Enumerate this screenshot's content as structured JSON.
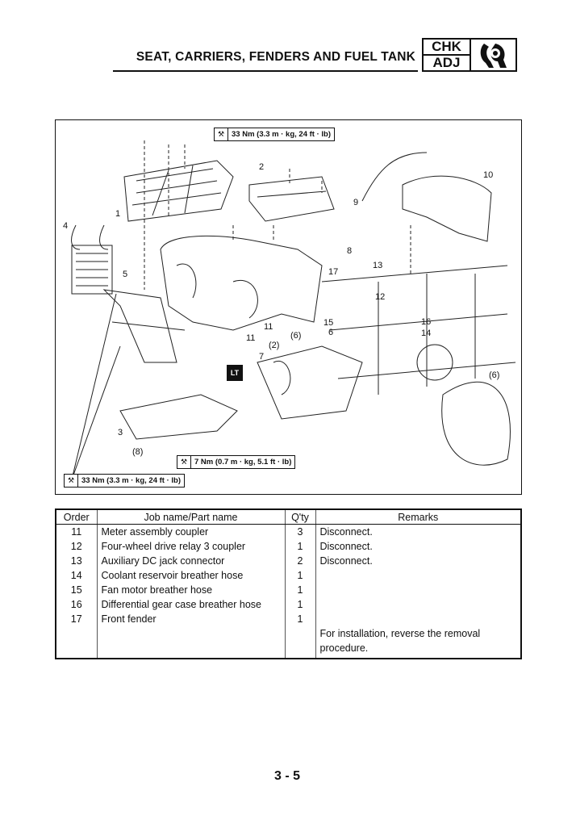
{
  "header": {
    "title": "SEAT, CARRIERS, FENDERS AND FUEL TANK",
    "badge_top": "CHK",
    "badge_bottom": "ADJ",
    "badge_icon": "wrench-nut-icon"
  },
  "diagram": {
    "torque_top": "33 Nm (3.3 m · kg, 24 ft · lb)",
    "torque_mid": "7 Nm (0.7 m · kg, 5.1 ft · lb)",
    "torque_bottom": "33 Nm (3.3 m · kg, 24 ft · lb)",
    "torque_icon": "torque-wrench-icon",
    "lt_label": "LT",
    "callouts": [
      "1",
      "2",
      "3",
      "4",
      "5",
      "6",
      "7",
      "8",
      "9",
      "10",
      "11",
      "11",
      "12",
      "13",
      "14",
      "15",
      "16",
      "17",
      "(2)",
      "(6)",
      "(6)",
      "(8)"
    ]
  },
  "table": {
    "headers": [
      "Order",
      "Job name/Part name",
      "Q'ty",
      "Remarks"
    ],
    "rows": [
      {
        "order": "11",
        "part": "Meter assembly coupler",
        "qty": "3",
        "remarks": "Disconnect."
      },
      {
        "order": "12",
        "part": "Four-wheel drive relay 3 coupler",
        "qty": "1",
        "remarks": "Disconnect."
      },
      {
        "order": "13",
        "part": "Auxiliary DC jack connector",
        "qty": "2",
        "remarks": "Disconnect."
      },
      {
        "order": "14",
        "part": "Coolant reservoir breather hose",
        "qty": "1",
        "remarks": ""
      },
      {
        "order": "15",
        "part": "Fan motor breather hose",
        "qty": "1",
        "remarks": ""
      },
      {
        "order": "16",
        "part": "Differential gear case breather hose",
        "qty": "1",
        "remarks": ""
      },
      {
        "order": "17",
        "part": "Front fender",
        "qty": "1",
        "remarks": ""
      }
    ],
    "footer_remark": "For installation, reverse the removal procedure."
  },
  "page_number": "3 - 5"
}
